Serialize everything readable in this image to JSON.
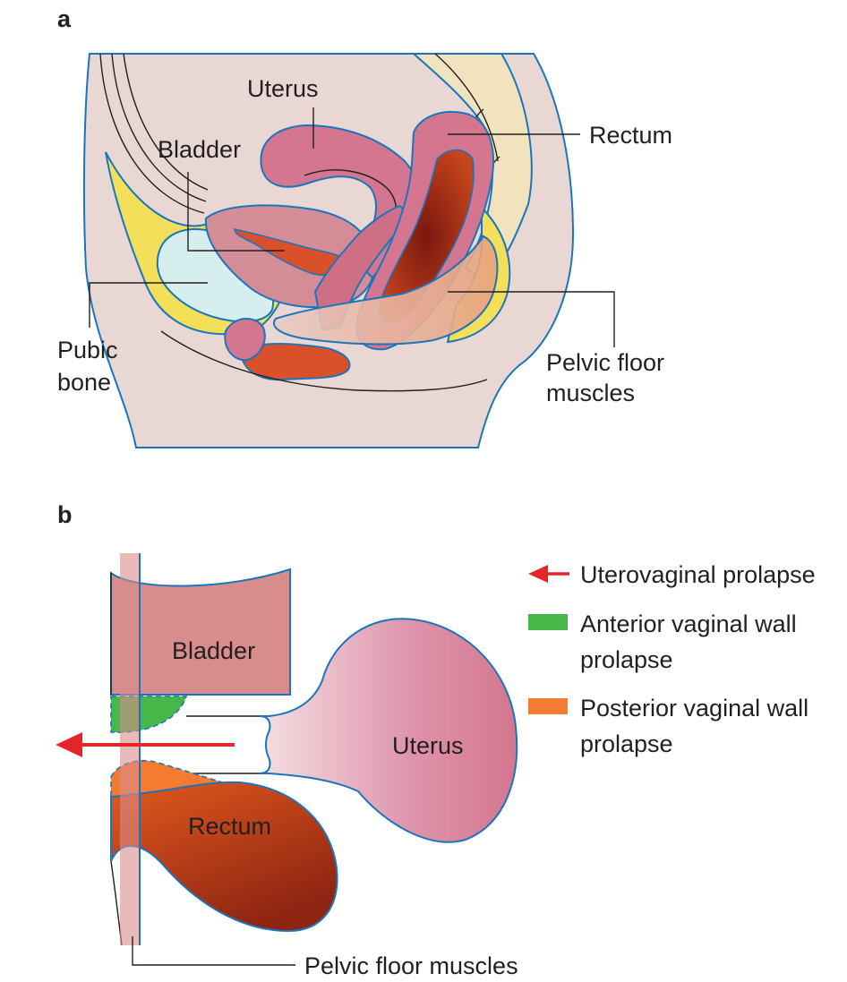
{
  "panel_a": {
    "letter": "a",
    "labels": {
      "uterus": "Uterus",
      "bladder": "Bladder",
      "rectum": "Rectum",
      "pubic_bone_1": "Pubic",
      "pubic_bone_2": "bone",
      "pelvic_floor_1": "Pelvic floor",
      "pelvic_floor_2": "muscles"
    }
  },
  "panel_b": {
    "letter": "b",
    "labels": {
      "bladder": "Bladder",
      "uterus": "Uterus",
      "rectum": "Rectum",
      "pelvic_floor": "Pelvic floor muscles"
    },
    "legend": [
      {
        "key": "uterovaginal",
        "marker": "red-arrow",
        "color": "#e52629",
        "lines": [
          "Uterovaginal prolapse"
        ]
      },
      {
        "key": "anterior",
        "marker": "green-swatch",
        "color": "#48b749",
        "lines": [
          "Anterior vaginal wall",
          "prolapse"
        ]
      },
      {
        "key": "posterior",
        "marker": "orange-swatch",
        "color": "#f47b31",
        "lines": [
          "Posterior vaginal wall",
          "prolapse"
        ]
      }
    ]
  },
  "colors": {
    "body": "#e9d7d4",
    "outline": "#1b75bb",
    "bladder": "#d6eeee",
    "uterus": "#d4768f",
    "rectum": "#c5441a",
    "fat": "#f3df5a",
    "bladder_b": "#d98c8c"
  }
}
